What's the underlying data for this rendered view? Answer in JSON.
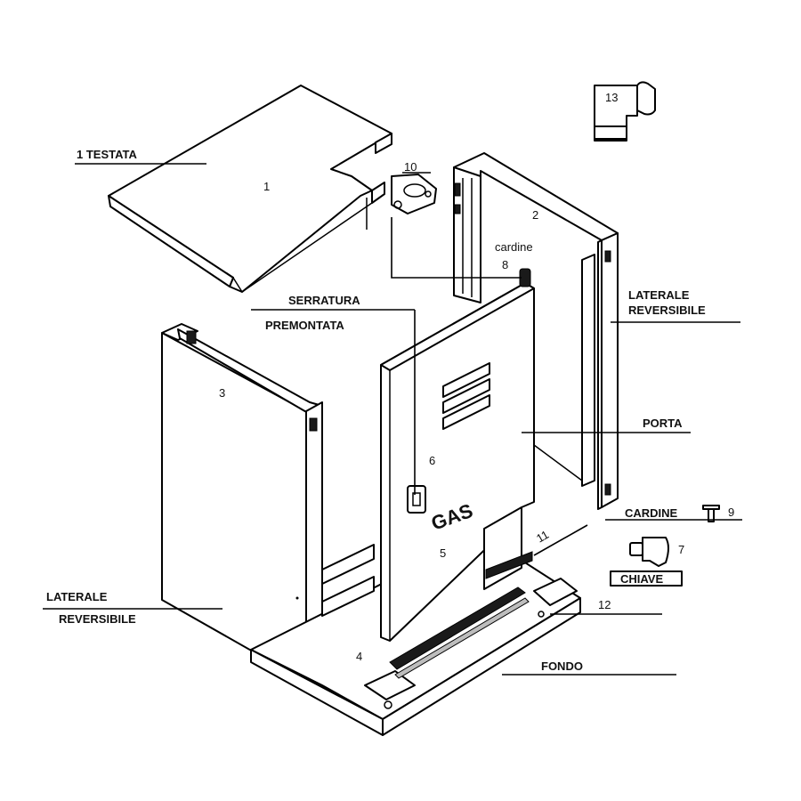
{
  "labels": {
    "testata": "1 TESTATA",
    "serratura": "SERRATURA",
    "premontata": "PREMONTATA",
    "cardine_small": "cardine",
    "laterale_right_1": "LATERALE",
    "laterale_right_2": "REVERSIBILE",
    "porta": "PORTA",
    "cardine_9": "CARDINE",
    "chiave": "CHIAVE",
    "laterale_left_1": "LATERALE",
    "laterale_left_2": "REVERSIBILE",
    "fondo": "FONDO",
    "gas": "GAS"
  },
  "part_numbers": {
    "p1": "1",
    "p2": "2",
    "p3": "3",
    "p4": "4",
    "p5": "5",
    "p6": "6",
    "p7": "7",
    "p8": "8",
    "p9": "9",
    "p10": "10",
    "p11": "11",
    "p12": "12",
    "p13": "13"
  }
}
